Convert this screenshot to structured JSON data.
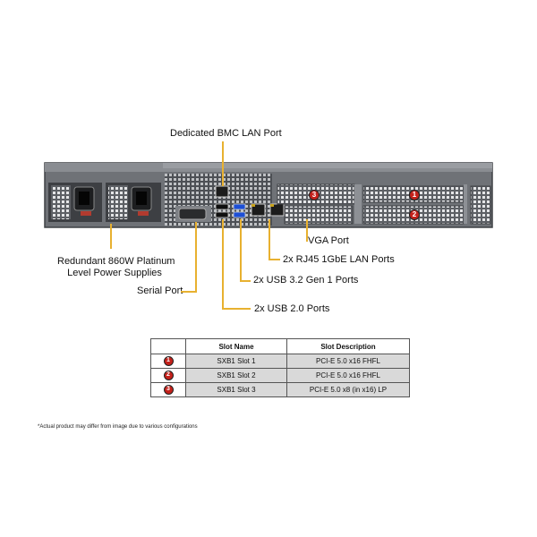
{
  "labels": {
    "bmc_lan": "Dedicated BMC LAN Port",
    "power_line1": "Redundant  860W Platinum",
    "power_line2": "Level Power Supplies",
    "serial": "Serial Port",
    "vga": "VGA Port",
    "rj45": "2x RJ45 1GbE LAN Ports",
    "usb32": "2x USB 3.2 Gen 1 Ports",
    "usb20": "2x USB 2.0 Ports"
  },
  "table": {
    "headers": [
      "",
      "Slot Name",
      "Slot Description"
    ],
    "rows": [
      {
        "num": "1",
        "name": "SXB1 Slot 1",
        "desc": "PCI-E 5.0 x16 FHFL"
      },
      {
        "num": "2",
        "name": "SXB1 Slot 2",
        "desc": "PCI-E 5.0 x16 FHFL"
      },
      {
        "num": "3",
        "name": "SXB1 Slot 3",
        "desc": "PCI-E 5.0 x8 (in x16) LP"
      }
    ]
  },
  "markers": [
    "3",
    "1",
    "2"
  ],
  "footnote": "*Actual product may differ from image due to various configurations",
  "colors": {
    "leader": "#e8b130",
    "marker": "#c4211b",
    "chassis": "#6f7277",
    "row_fill": "#d9d9d9"
  }
}
